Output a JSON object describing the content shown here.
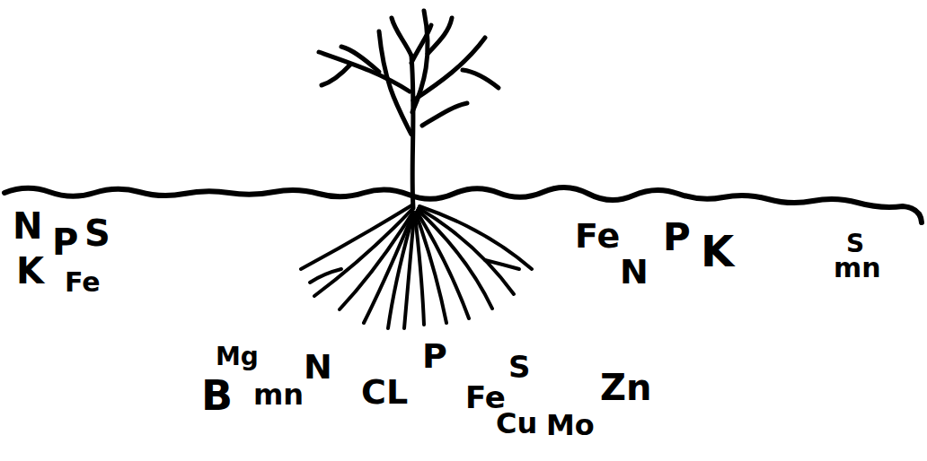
{
  "diagram": {
    "labels": [
      "N",
      "P",
      "S",
      "K",
      "Fe",
      "Fe",
      "N",
      "P",
      "K",
      "S",
      "mn",
      "Mg",
      "B",
      "mn",
      "N",
      "CL",
      "P",
      "Fe",
      "S",
      "Cu",
      "Mo",
      "Zn"
    ]
  }
}
